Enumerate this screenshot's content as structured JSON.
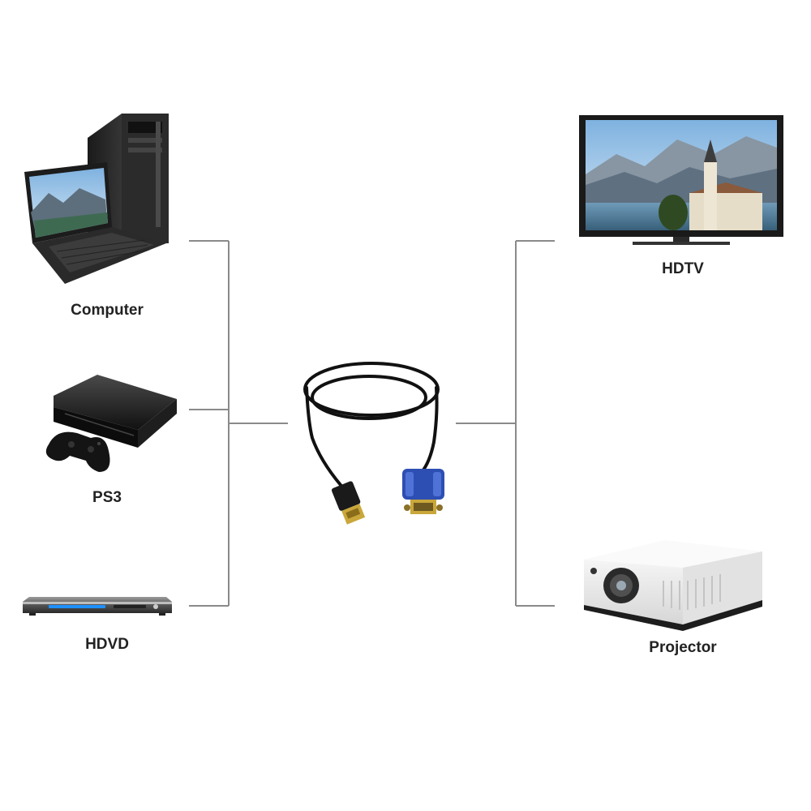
{
  "devices": {
    "computer": {
      "label": "Computer",
      "icon": "desktop-tower-and-laptop-icon"
    },
    "ps3": {
      "label": "PS3",
      "icon": "game-console-and-controller-icon"
    },
    "hdvd": {
      "label": "HDVD",
      "icon": "dvd-player-icon"
    },
    "hdtv": {
      "label": "HDTV",
      "icon": "television-icon"
    },
    "projector": {
      "label": "Projector",
      "icon": "projector-icon"
    }
  },
  "cable": {
    "icon": "hdmi-to-vga-cable-icon",
    "plug_a": "hdmi-plug-icon",
    "plug_b": "vga-plug-icon"
  },
  "colors": {
    "connector_line": "#8a8a8a",
    "label_text": "#222222",
    "vga_plug": "#2d4fb3",
    "hdmi_plug": "#c9a73a"
  }
}
